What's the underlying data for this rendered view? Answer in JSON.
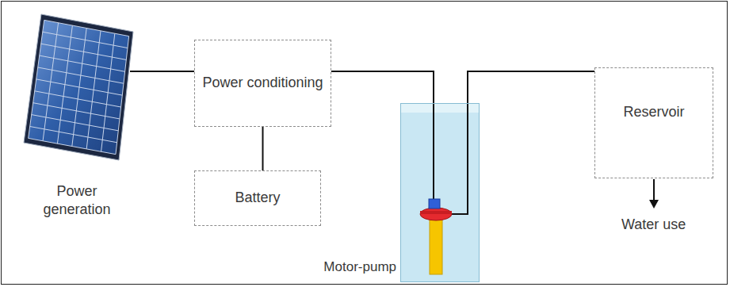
{
  "diagram": {
    "nodes": [
      {
        "text": [
          "Power generation"
        ]
      },
      {
        "text": [
          "Power conditioning"
        ]
      },
      {
        "text": [
          "Battery"
        ]
      },
      {
        "text": [
          "Motor-pump"
        ]
      },
      {
        "text": [
          "Reservoir"
        ]
      }
    ],
    "edges": [
      {
        "from": 0,
        "to": 1,
        "arrow": "none"
      },
      {
        "from": 1,
        "to": 2,
        "arrow": "none"
      },
      {
        "from": 1,
        "to": 3,
        "arrow": "none"
      },
      {
        "from": 3,
        "to": 4,
        "arrow": "none"
      }
    ],
    "labels": [
      "Water use"
    ]
  }
}
